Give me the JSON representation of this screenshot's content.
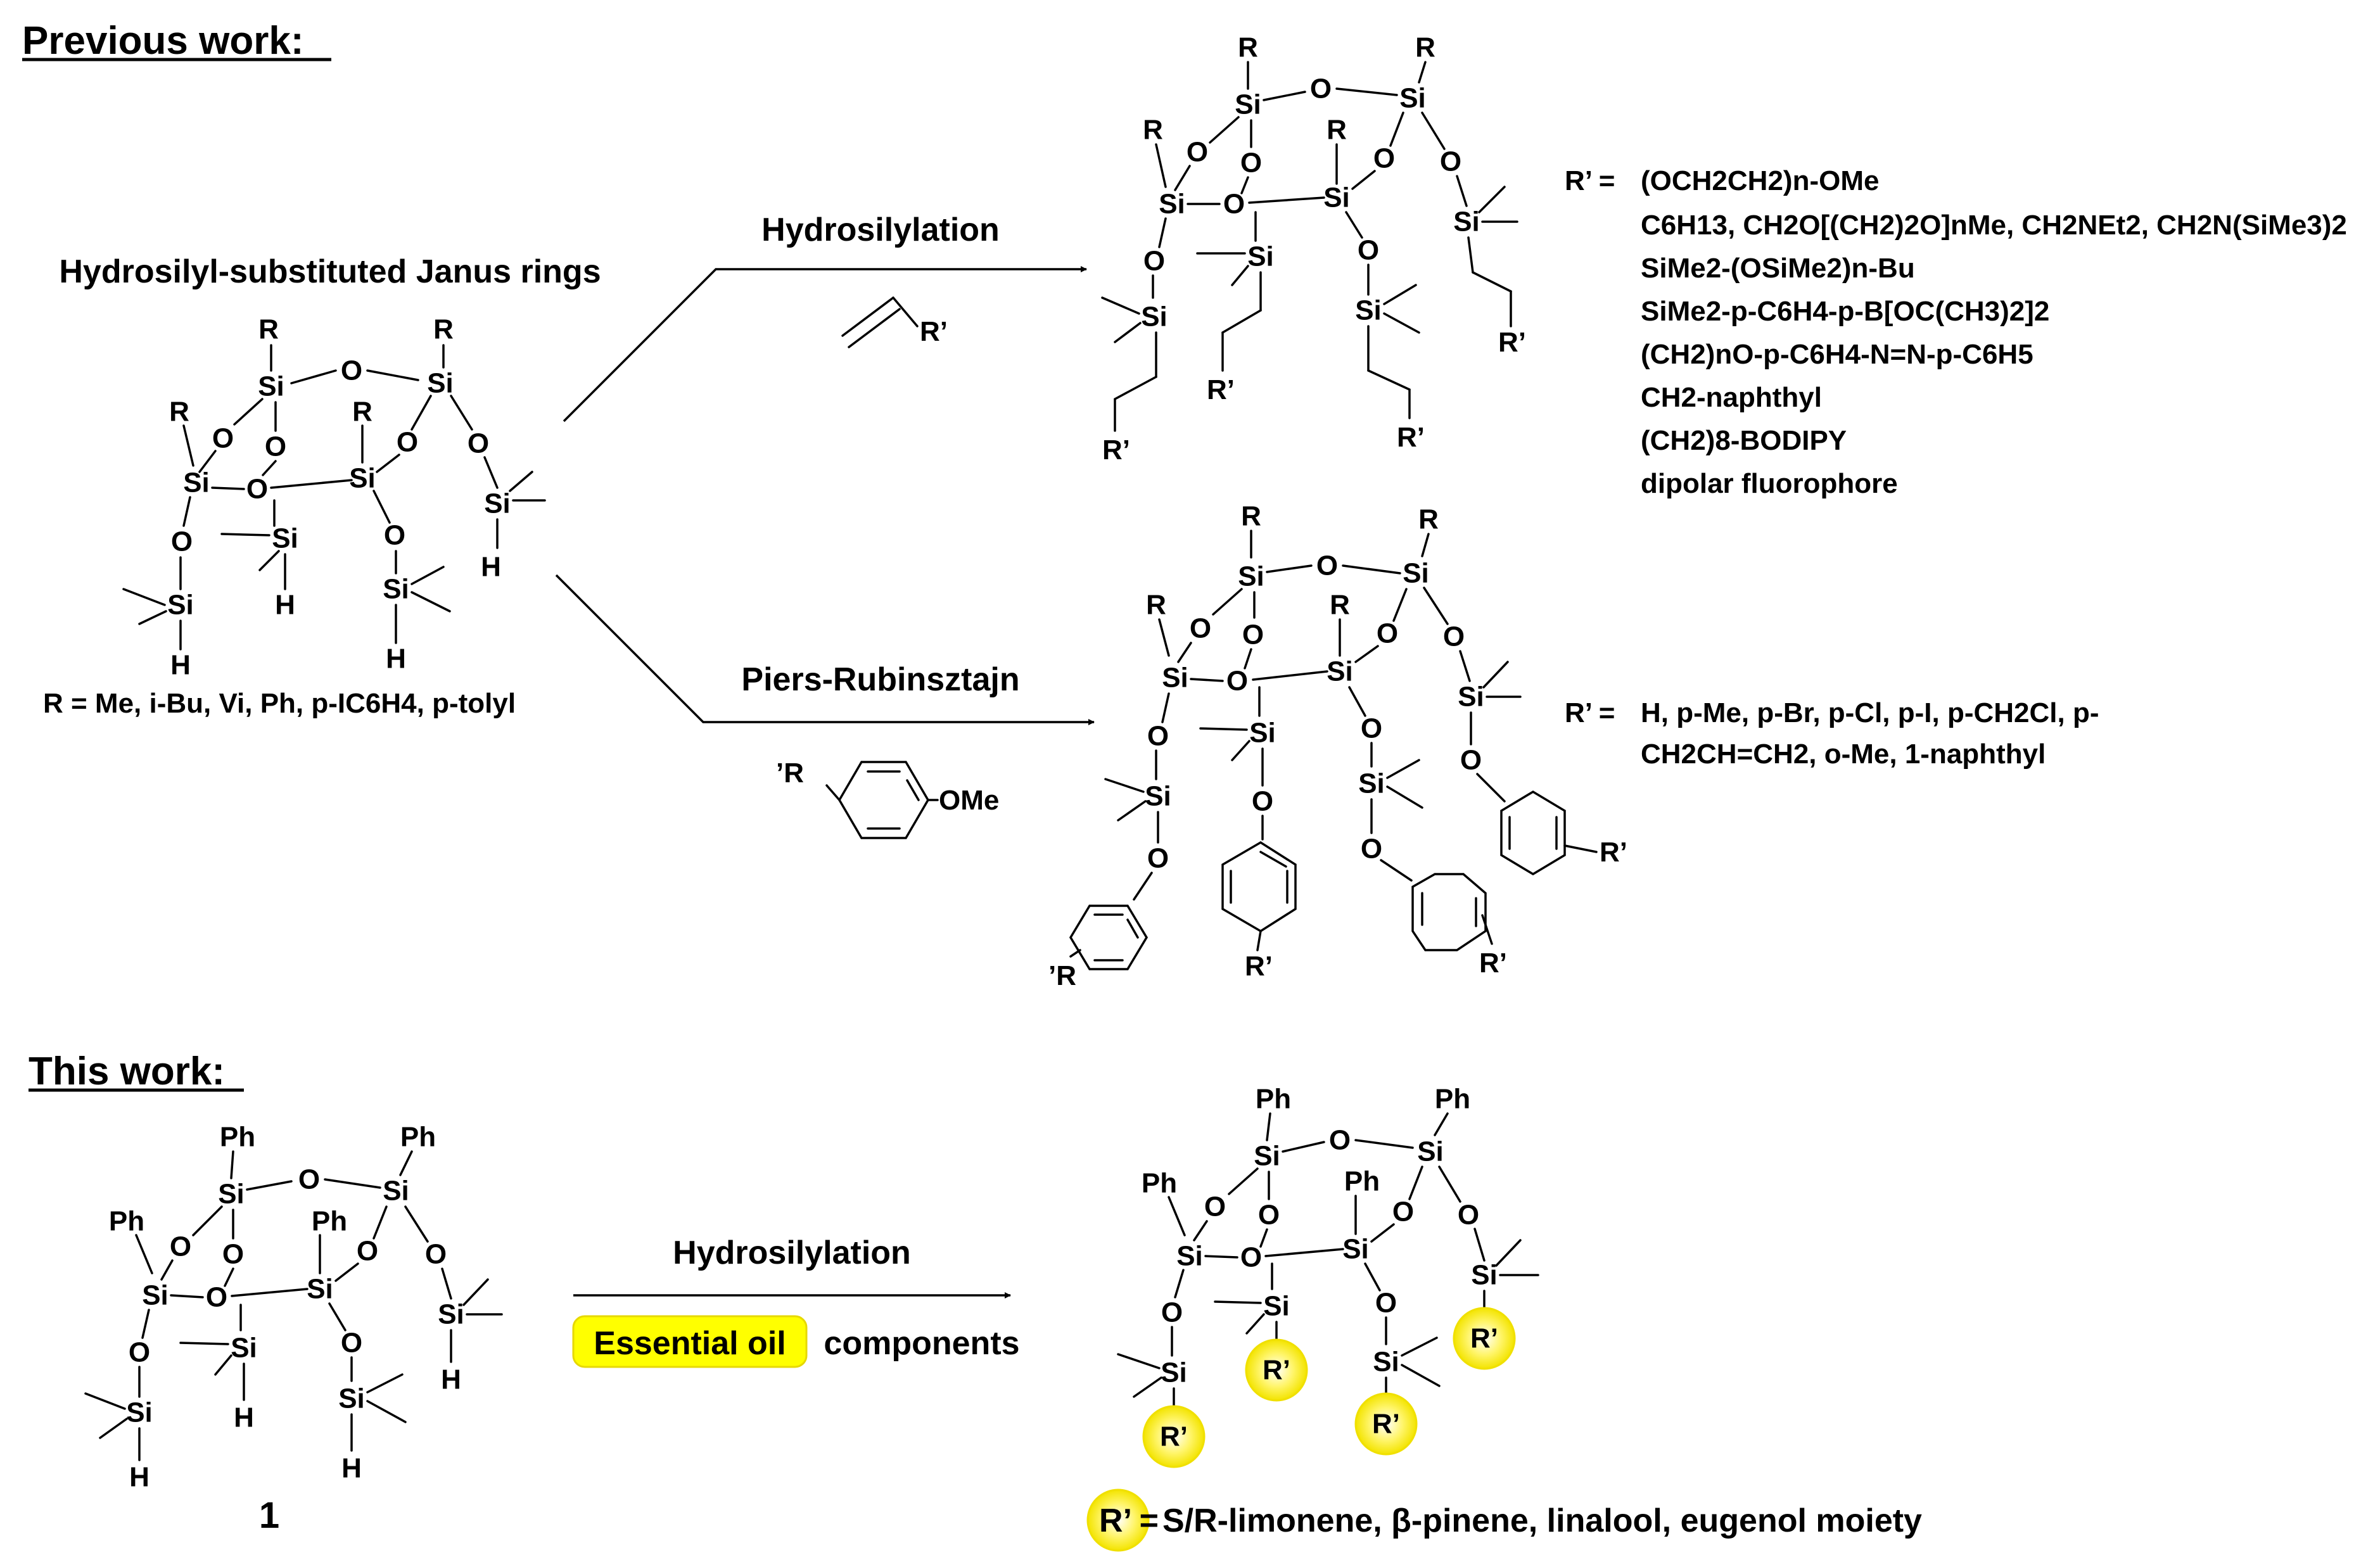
{
  "headers": {
    "previous": "Previous work:",
    "this": "This work:"
  },
  "janus_title": "Hydrosilyl-substituted Janus rings",
  "r_definition": "R = Me, i-Bu, Vi, Ph, p-IC6H4, p-tolyl",
  "reactions": {
    "hydrosilylation_top": "Hydrosilylation",
    "piers": "Piers-Rubinsztajn",
    "hydrosilylation_bottom": "Hydrosilylation",
    "essential_oil_highlight": "Essential oil",
    "essential_oil_rest": "components",
    "reagent_ome": "OMe"
  },
  "rprime_list_top": {
    "label": "R’ =",
    "items": [
      "(OCH2CH2)n-OMe",
      "C6H13, CH2O[(CH2)2O]nMe, CH2NEt2, CH2N(SiMe3)2",
      "SiMe2-(OSiMe2)n-Bu",
      "SiMe2-p-C6H4-p-B[OC(CH3)2]2",
      "(CH2)nO-p-C6H4-N=N-p-C6H5",
      "CH2-naphthyl",
      "(CH2)8-BODIPY",
      "dipolar fluorophore"
    ]
  },
  "rprime_list_mid": {
    "label": "R’ =",
    "line1": "H, p-Me, p-Br, p-Cl, p-I, p-CH2Cl, p-",
    "line2": "CH2CH=CH2, o-Me, 1-naphthyl"
  },
  "compound_label": "1",
  "bottom_definition": {
    "label": "R’ =",
    "text": "S/R-limonene, β-pinene, linalool, eugenol moiety"
  },
  "colors": {
    "highlight": "#ffff00",
    "ink": "#000000"
  }
}
